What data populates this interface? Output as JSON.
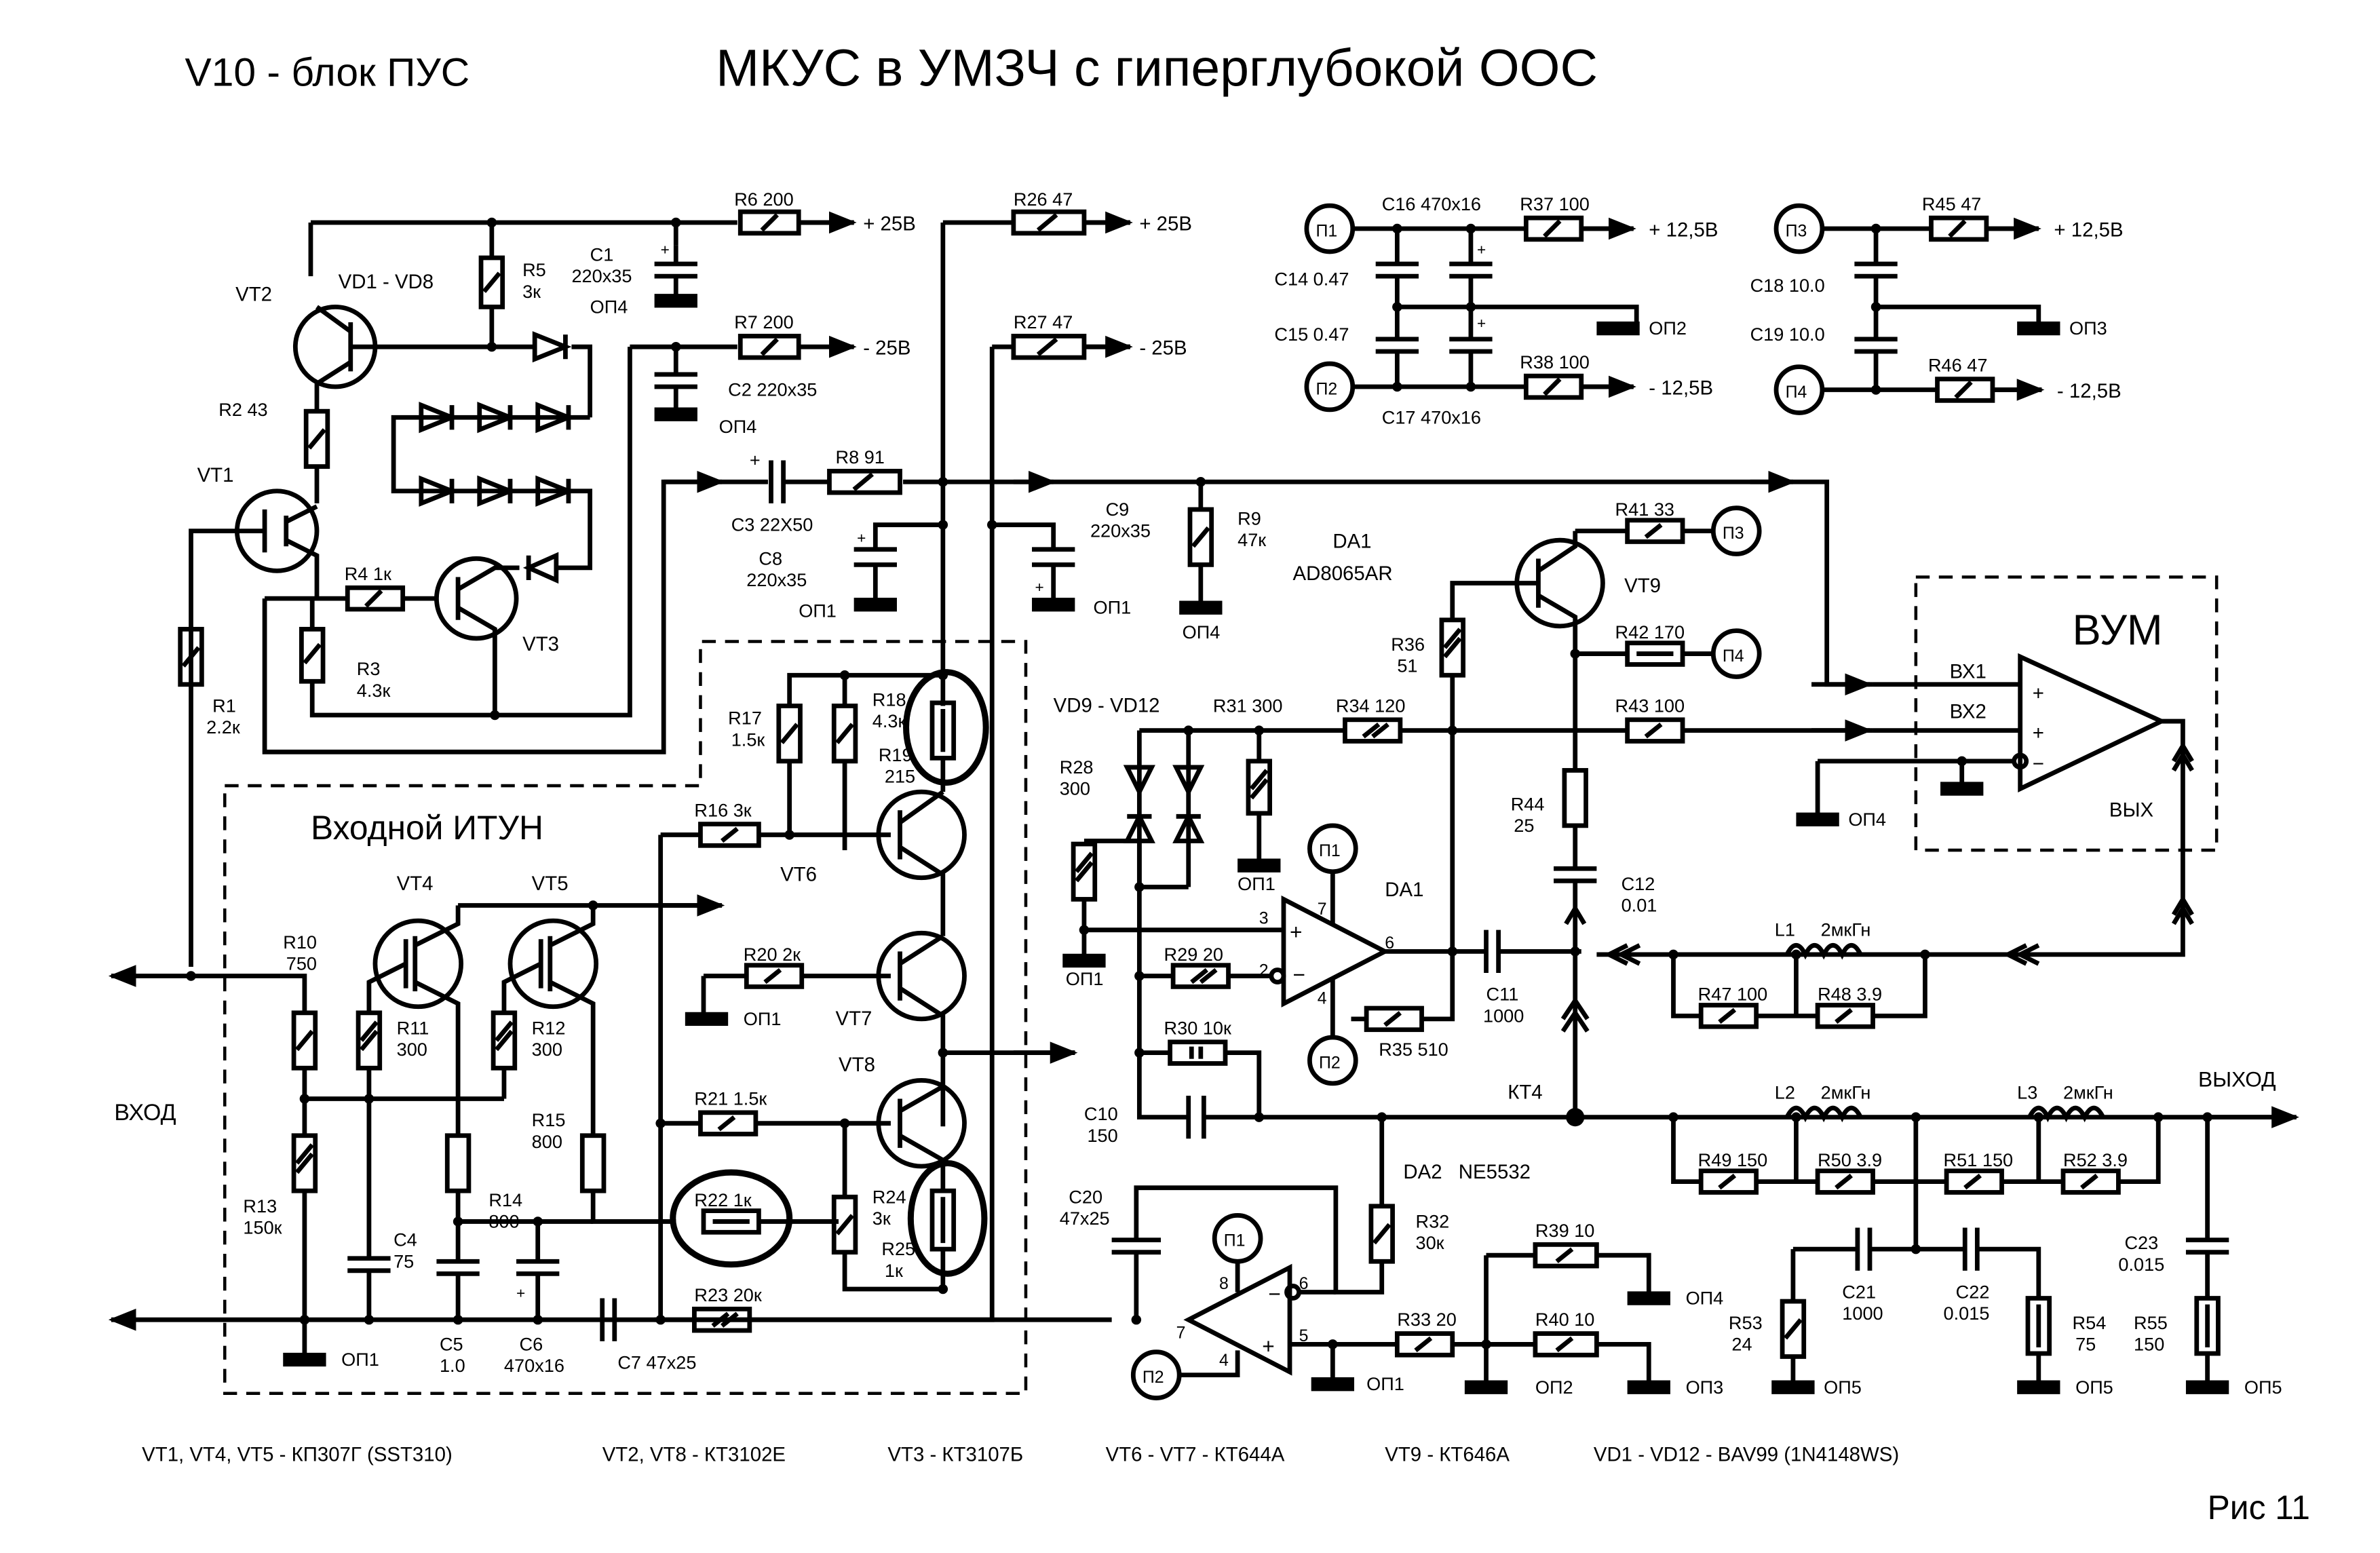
{
  "header": {
    "block_title": "V10 - блок ПУС",
    "title": "МКУС в УМЗЧ с гиперглубокой ООС",
    "figure": "Рис 11"
  },
  "regions": {
    "input_itun": "Входной ИТУН",
    "vum": "ВУМ",
    "vum_in1": "ВХ1",
    "vum_in2": "ВХ2",
    "vum_out": "ВЫХ"
  },
  "ports": {
    "input": "ВХОД",
    "output": "ВЫХОД",
    "kt4": "КТ4"
  },
  "rails": {
    "p25": "+ 25В",
    "m25": "- 25В",
    "p12": "+ 12,5В",
    "m12": "- 12,5В"
  },
  "nodes": {
    "p1": "П1",
    "p2": "П2",
    "p3": "П3",
    "p4": "П4",
    "op1": "ОП1",
    "op2": "ОП2",
    "op3": "ОП3",
    "op4": "ОП4",
    "op5": "ОП5"
  },
  "ics": {
    "da1": "DA1",
    "da1_part": "AD8065AR",
    "da2": "DA2",
    "da2_part": "NE5532",
    "pin_7": "7",
    "pin_2": "2",
    "pin_3": "3",
    "pin_6": "6",
    "pin_4": "4",
    "pin_8": "8",
    "pin_5": "5"
  },
  "transistors": {
    "vt1": "VT1",
    "vt2": "VT2",
    "vt3": "VT3",
    "vt4": "VT4",
    "vt5": "VT5",
    "vt6": "VT6",
    "vt7": "VT7",
    "vt8": "VT8",
    "vt9": "VT9"
  },
  "diodes": {
    "vd1_8": "VD1 - VD8",
    "vd9_12": "VD9 - VD12"
  },
  "resistors": {
    "r1": "R1",
    "r1_v": "2.2к",
    "r2": "R2 43",
    "r3": "R3",
    "r3_v": "4.3к",
    "r4": "R4 1к",
    "r5": "R5",
    "r5_v": "3к",
    "r6": "R6 200",
    "r7": "R7 200",
    "r8": "R8 91",
    "r9": "R9",
    "r9_v": "47к",
    "r10": "R10",
    "r10_v": "750",
    "r11": "R11",
    "r11_v": "300",
    "r12": "R12",
    "r12_v": "300",
    "r13": "R13",
    "r13_v": "150к",
    "r14": "R14",
    "r14_v": "800",
    "r15": "R15",
    "r15_v": "800",
    "r16": "R16 3к",
    "r17": "R17",
    "r17_v": "1.5к",
    "r18": "R18",
    "r18_v": "4.3к",
    "r19": "R19",
    "r19_v": "215",
    "r20": "R20 2к",
    "r21": "R21 1.5к",
    "r22": "R22 1к",
    "r23": "R23 20к",
    "r24": "R24",
    "r24_v": "3к",
    "r25": "R25",
    "r25_v": "1к",
    "r26": "R26 47",
    "r27": "R27 47",
    "r28": "R28",
    "r28_v": "300",
    "r29": "R29 20",
    "r30": "R30 10к",
    "r31": "R31 300",
    "r32": "R32",
    "r32_v": "30к",
    "r33": "R33 20",
    "r34": "R34 120",
    "r35": "R35 510",
    "r36": "R36",
    "r36_v": "51",
    "r37": "R37 100",
    "r38": "R38 100",
    "r39": "R39 10",
    "r40": "R40 10",
    "r41": "R41 33",
    "r42": "R42 170",
    "r43": "R43 100",
    "r44": "R44",
    "r44_v": "25",
    "r45": "R45 47",
    "r46": "R46 47",
    "r47": "R47 100",
    "r48": "R48 3.9",
    "r49": "R49 150",
    "r50": "R50 3.9",
    "r51": "R51 150",
    "r52": "R52 3.9",
    "r53": "R53",
    "r53_v": "24",
    "r54": "R54",
    "r54_v": "75",
    "r55": "R55",
    "r55_v": "150"
  },
  "capacitors": {
    "c1": "C1",
    "c1_v": "220x35",
    "c2": "C2  220x35",
    "c3": "C3   22X50",
    "c4": "C4",
    "c4_v": "75",
    "c5": "C5",
    "c5_v": "1.0",
    "c6": "C6",
    "c6_v": "470x16",
    "c7": "C7   47x25",
    "c8": "C8",
    "c8_v": "220x35",
    "c9": "C9",
    "c9_v": "220x35",
    "c10": "C10",
    "c10_v": "150",
    "c11": "C11",
    "c11_v": "1000",
    "c12": "C12",
    "c12_v": "0.01",
    "c14": "C14 0.47",
    "c15": "C15 0.47",
    "c16": "C16  470x16",
    "c17": "C17  470x16",
    "c18": "C18 10.0",
    "c19": "C19 10.0",
    "c20": "C20",
    "c20_v": "47x25",
    "c21": "C21",
    "c21_v": "1000",
    "c22": "C22",
    "c22_v": "0.015",
    "c23": "C23",
    "c23_v": "0.015"
  },
  "inductors": {
    "l1": "L1",
    "l1_v": "2мкГн",
    "l2": "L2",
    "l2_v": "2мкГн",
    "l3": "L3",
    "l3_v": "2мкГн"
  },
  "signs": {
    "plus": "+",
    "minus": "−"
  },
  "legend": {
    "vt1_4_5": "VT1, VT4, VT5 - КП307Г  (SST310)",
    "vt2_8": "VT2, VT8 - КТ3102Е",
    "vt3": "VT3 - КТ3107Б",
    "vt6_7": "VT6 - VT7 - КТ644А",
    "vt9": "VT9 - КТ646А",
    "vd": "VD1 - VD12 - BAV99 (1N4148WS)"
  }
}
